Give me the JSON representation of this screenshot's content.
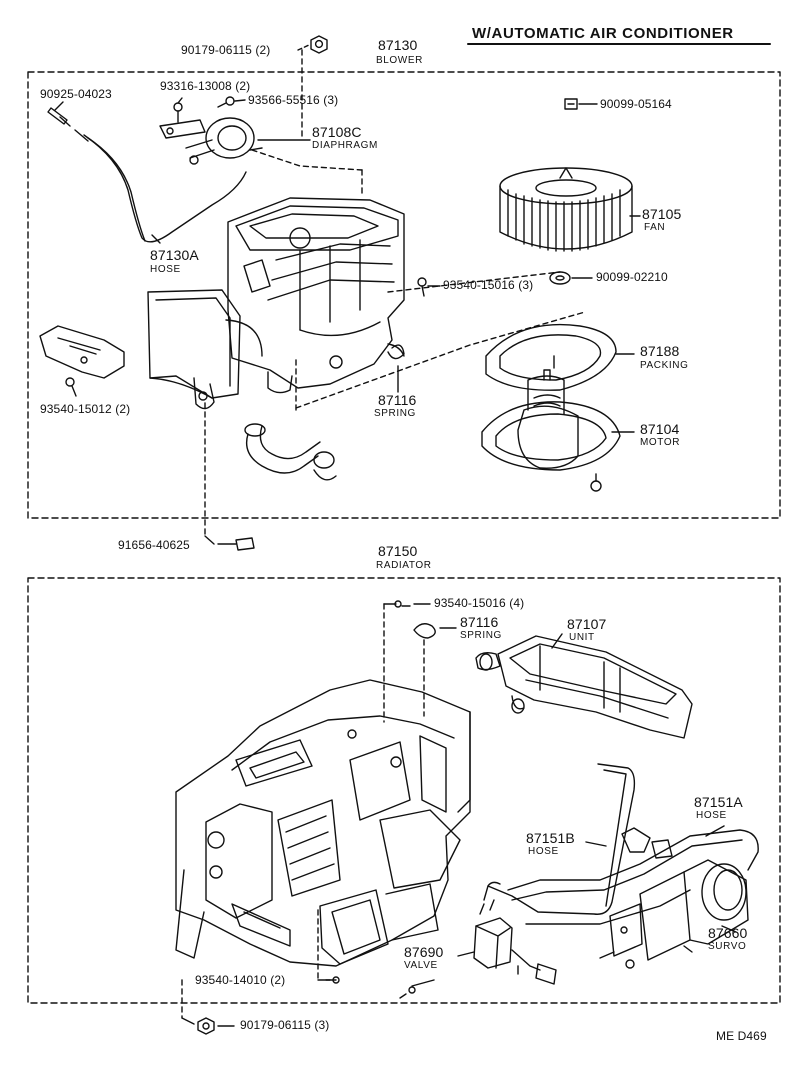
{
  "header": {
    "title": "W/AUTOMATIC AIR CONDITIONER"
  },
  "footer": {
    "code": "ME D469"
  },
  "colors": {
    "ink": "#111111",
    "paper": "#ffffff"
  },
  "blower": {
    "number": "87130",
    "name": "BLOWER",
    "parts": {
      "nut_top": "90179-06115 (2)",
      "hose_end": "90925-04023",
      "screw_a": "93316-13008 (2)",
      "screw_b": "93566-55516 (3)",
      "clip_top": "90099-05164",
      "diaphragm_no": "87108C",
      "diaphragm_name": "DIAPHRAGM",
      "fan_no": "87105",
      "fan_name": "FAN",
      "hose_no": "87130A",
      "hose_name": "HOSE",
      "screw_c": "93540-15016 (3)",
      "clip_mid": "90099-02210",
      "packing_no": "87188",
      "packing_name": "PACKING",
      "screw_d": "93540-15012 (2)",
      "spring_no": "87116",
      "spring_name": "SPRING",
      "motor_no": "87104",
      "motor_name": "MOTOR",
      "bolt": "91656-40625"
    }
  },
  "radiator": {
    "number": "87150",
    "name": "RADIATOR",
    "parts": {
      "screw_a": "93540-15016 (4)",
      "spring_no": "87116",
      "spring_name": "SPRING",
      "unit_no": "87107",
      "unit_name": "UNIT",
      "hose_a_no": "87151A",
      "hose_a_name": "HOSE",
      "hose_b_no": "87151B",
      "hose_b_name": "HOSE",
      "servo_no": "87660",
      "servo_name": "SURVO",
      "valve_no": "87690",
      "valve_name": "VALVE",
      "screw_b": "93540-14010 (2)",
      "nut_bottom": "90179-06115 (3)"
    }
  }
}
